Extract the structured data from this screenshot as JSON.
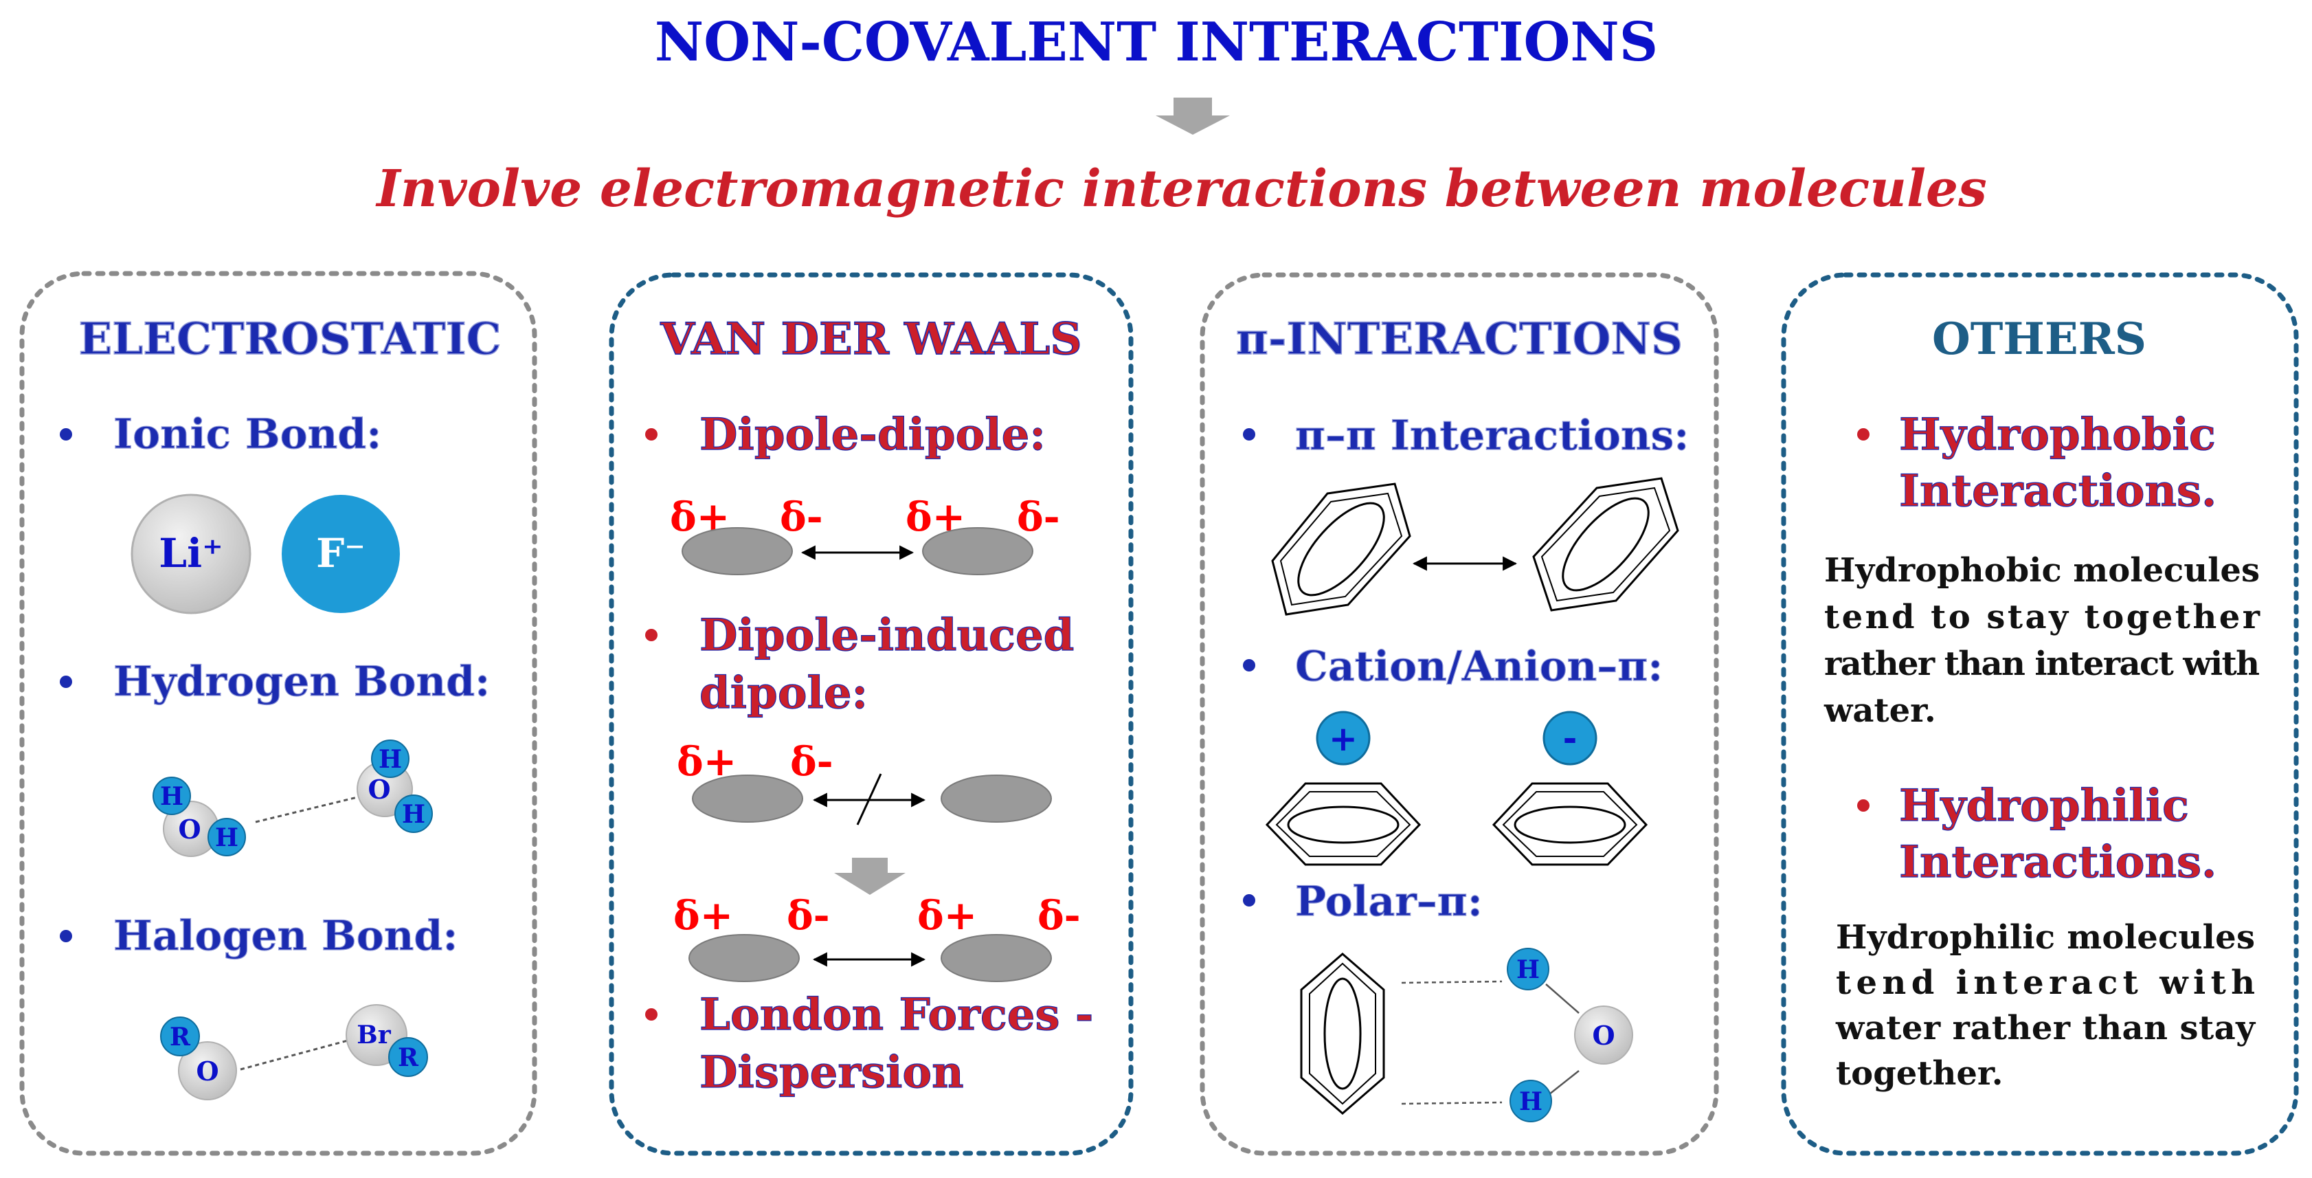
{
  "title": "NON-COVALENT INTERACTIONS",
  "subtitle": "Involve electromagnetic interactions between molecules",
  "panels": {
    "electrostatic": {
      "title": "ELECTROSTATIC",
      "items": [
        "Ionic Bond:",
        "Hydrogen Bond:",
        "Halogen Bond:"
      ],
      "ions": [
        "Li⁺",
        "F⁻"
      ],
      "hbond_atoms": [
        "H",
        "O",
        "H",
        "H",
        "O",
        "H"
      ],
      "xbond_atoms": [
        "R",
        "O",
        "Br",
        "R"
      ]
    },
    "vdw": {
      "title": "VAN DER WAALS",
      "items": [
        "Dipole-dipole:",
        "Dipole-induced",
        "dipole:",
        "London Forces -",
        "Dispersion"
      ],
      "delta_plus": "δ+",
      "delta_minus": "δ-"
    },
    "pi": {
      "title": "π-INTERACTIONS",
      "items": [
        "π–π Interactions:",
        "Cation/Anion–π:",
        "Polar–π:"
      ],
      "cation_sign": "+",
      "anion_sign": "-",
      "polar_atoms": [
        "H",
        "O",
        "H"
      ]
    },
    "others": {
      "title": "OTHERS",
      "hydrophobic_heading": [
        "Hydrophobic",
        "Interactions."
      ],
      "hydrophobic_text": [
        "Hydrophobic molecules",
        "tend to stay together",
        "rather than interact with",
        "water."
      ],
      "hydrophilic_heading": [
        "Hydrophilic",
        "Interactions."
      ],
      "hydrophilic_text": [
        "Hydrophilic molecules",
        "tend interact with",
        "water rather than stay",
        "together."
      ]
    }
  },
  "colors": {
    "title_blue": "#0b10c9",
    "subtitle_red": "#cc1f2a",
    "panel_border_gray": "#8a8a8a",
    "panel_border_teal": "#1d5d86",
    "atom_blue": "#1e9bd7",
    "atom_gray": "#c8c8c8",
    "ellipse_gray": "#9a9a9a",
    "arrow_gray": "#a6a6a6"
  }
}
